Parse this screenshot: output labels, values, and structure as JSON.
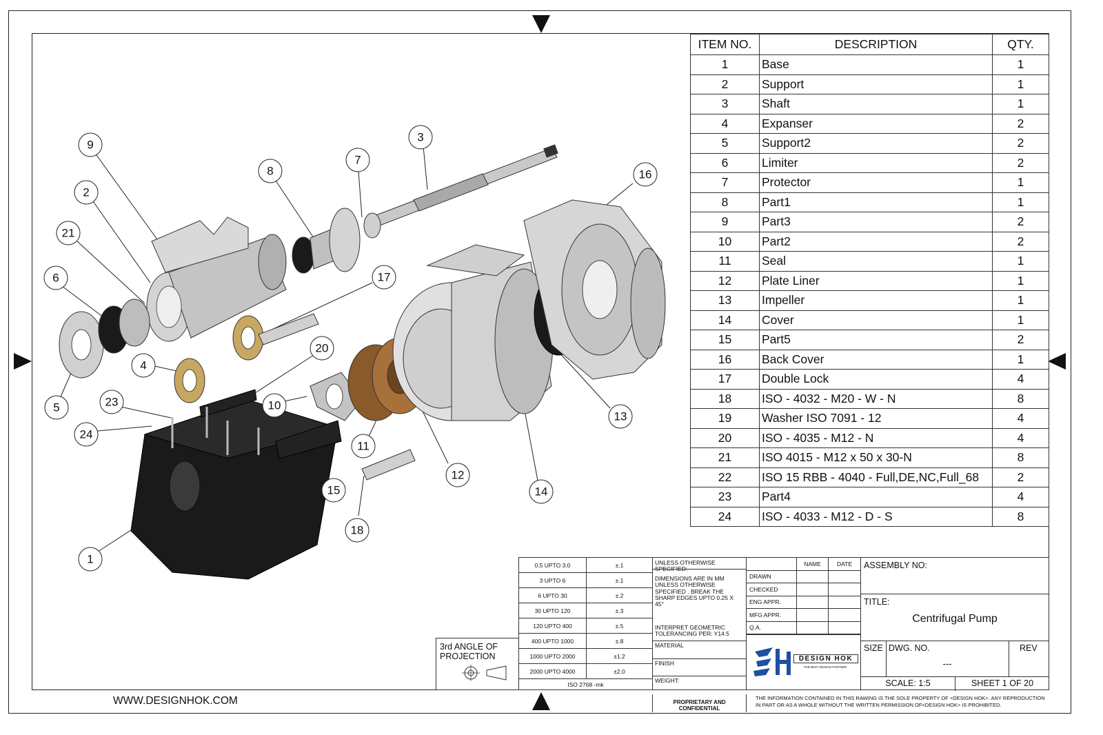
{
  "bom": {
    "headers": {
      "item": "ITEM NO.",
      "description": "DESCRIPTION",
      "qty": "QTY."
    },
    "rows": [
      {
        "item": "1",
        "description": "Base",
        "qty": "1"
      },
      {
        "item": "2",
        "description": "Support",
        "qty": "1"
      },
      {
        "item": "3",
        "description": "Shaft",
        "qty": "1"
      },
      {
        "item": "4",
        "description": "Expanser",
        "qty": "2"
      },
      {
        "item": "5",
        "description": "Support2",
        "qty": "2"
      },
      {
        "item": "6",
        "description": "Limiter",
        "qty": "2"
      },
      {
        "item": "7",
        "description": "Protector",
        "qty": "1"
      },
      {
        "item": "8",
        "description": "Part1",
        "qty": "1"
      },
      {
        "item": "9",
        "description": "Part3",
        "qty": "2"
      },
      {
        "item": "10",
        "description": "Part2",
        "qty": "2"
      },
      {
        "item": "11",
        "description": "Seal",
        "qty": "1"
      },
      {
        "item": "12",
        "description": "Plate Liner",
        "qty": "1"
      },
      {
        "item": "13",
        "description": "Impeller",
        "qty": "1"
      },
      {
        "item": "14",
        "description": "Cover",
        "qty": "1"
      },
      {
        "item": "15",
        "description": "Part5",
        "qty": "2"
      },
      {
        "item": "16",
        "description": "Back Cover",
        "qty": "1"
      },
      {
        "item": "17",
        "description": "Double Lock",
        "qty": "4"
      },
      {
        "item": "18",
        "description": "ISO - 4032 - M20 - W - N",
        "qty": "8"
      },
      {
        "item": "19",
        "description": "Washer ISO 7091 - 12",
        "qty": "4"
      },
      {
        "item": "20",
        "description": "ISO - 4035 - M12 - N",
        "qty": "4"
      },
      {
        "item": "21",
        "description": "ISO 4015 - M12 x 50 x 30-N",
        "qty": "8"
      },
      {
        "item": "22",
        "description": "ISO 15 RBB - 4040 - Full,DE,NC,Full_68",
        "qty": "2"
      },
      {
        "item": "23",
        "description": "Part4",
        "qty": "4"
      },
      {
        "item": "24",
        "description": "ISO - 4033 - M12 - D - S",
        "qty": "8"
      }
    ]
  },
  "balloons": [
    "9",
    "2",
    "21",
    "6",
    "5",
    "4",
    "23",
    "24",
    "1",
    "8",
    "7",
    "3",
    "17",
    "20",
    "10",
    "11",
    "15",
    "18",
    "12",
    "14",
    "13",
    "16"
  ],
  "tolerances": [
    {
      "range": "0.5 UPTO 3.0",
      "tol": "±.1"
    },
    {
      "range": "3 UPTO 6",
      "tol": "±.1"
    },
    {
      "range": "6 UPTO 30",
      "tol": "±.2"
    },
    {
      "range": "30 UPTO 120",
      "tol": "±.3"
    },
    {
      "range": "120 UPTO 400",
      "tol": "±.5"
    },
    {
      "range": "400 UPTO 1000",
      "tol": "±.8"
    },
    {
      "range": "1000 UPTO 2000",
      "tol": "±1.2"
    },
    {
      "range": "2000 UPTO 4000",
      "tol": "±2.0"
    }
  ],
  "tolerance_standard": "ISO 2768 -mk",
  "projection": {
    "line1": "3rd ANGLE OF",
    "line2": "PROJECTION"
  },
  "notes": {
    "unless": "UNLESS OTHERWISE SPECIFIED:",
    "dimensions": "DIMENSIONS ARE IN MM UNLESS OTHERWISE SPECIFIED . BREAK THE SHARP EDGES UPTO 0.25 X 45°",
    "geometric": "INTERPRET GEOMETRIC TOLERANCING PER: Y14.5",
    "material": "MATERIAL",
    "finish": "FINISH",
    "weight": "WEIGHT:"
  },
  "signatures": {
    "name_header": "NAME",
    "date_header": "DATE",
    "rows": [
      "DRAWN",
      "CHECKED",
      "ENG APPR.",
      "MFG APPR.",
      "Q.A."
    ]
  },
  "company": {
    "name": "DESIGN HOK",
    "tagline": "THE BEST DESIGN PARTNER",
    "website": "WWW.DESIGNHOK.COM"
  },
  "title_block": {
    "assembly_no_label": "ASSEMBLY NO:",
    "title_label": "TITLE:",
    "title": "Centrifugal Pump",
    "size_label": "SIZE",
    "dwg_no_label": "DWG.  NO.",
    "dwg_no": "---",
    "rev_label": "REV",
    "scale": "SCALE: 1:5",
    "sheet": "SHEET 1 OF 20"
  },
  "footer": {
    "proprietary": "PROPRIETARY AND CONFIDENTIAL",
    "disclaimer": "THE INFORMATION CONTAINED IN THIS RAWING IS THE SOLE PROPERTY OF <DESIGN HOK>.  ANY REPRODUCTION IN PART OR AS A WHOLE WITHOUT THE WRITTEN PERMISSION OF<DESIGN HOK> IS PROHIBITED."
  },
  "colors": {
    "line": "#222222",
    "part_gray": "#b8b8b8",
    "part_black": "#1a1a1a",
    "part_bronze": "#8a5a2b",
    "part_gold": "#c8a860",
    "logo_blue": "#1f4fa3"
  }
}
